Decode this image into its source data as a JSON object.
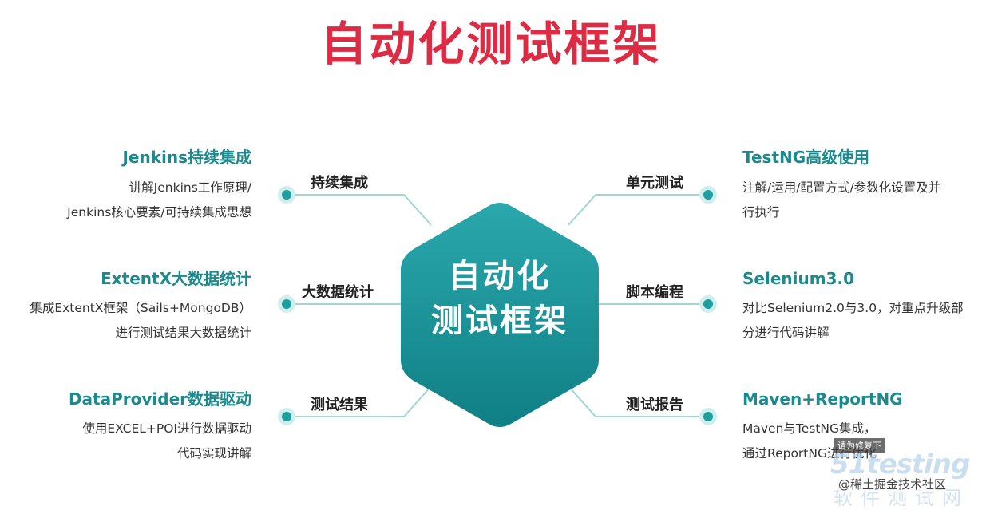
{
  "title": "自动化测试框架",
  "center": {
    "line1": "自动化",
    "line2": "测试框架"
  },
  "branches": [
    {
      "label": "持续集成",
      "topic": "Jenkins持续集成",
      "desc": [
        "讲解Jenkins工作原理/",
        "Jenkins核心要素/可持续集成思想"
      ]
    },
    {
      "label": "大数据统计",
      "topic": "ExtentX大数据统计",
      "desc": [
        "集成ExtentX框架（Sails+MongoDB）",
        "进行测试结果大数据统计"
      ]
    },
    {
      "label": "测试结果",
      "topic": "DataProvider数据驱动",
      "desc": [
        "使用EXCEL+POI进行数据驱动",
        "代码实现讲解"
      ]
    },
    {
      "label": "单元测试",
      "topic": "TestNG高级使用",
      "desc": [
        "注解/运用/配置方式/参数化设置及并",
        "行执行"
      ]
    },
    {
      "label": "脚本编程",
      "topic": "Selenium3.0",
      "desc": [
        "对比Selenium2.0与3.0，对重点升级部",
        "分进行代码讲解"
      ]
    },
    {
      "label": "测试报告",
      "topic": "Maven+ReportNG",
      "desc": [
        "Maven与TestNG集成，",
        "通过ReportNG进行优化"
      ]
    }
  ],
  "watermark": {
    "tooltip": "请为修复下",
    "logo": "51testing",
    "author": "@稀土掘金技术社区",
    "sub": "软件测试网"
  },
  "colors": {
    "title": "#dd2b44",
    "topic": "#1a8a8e",
    "hex_top": "#2aa8ac",
    "hex_bottom": "#0f7f85",
    "dot": "#1d9ea0",
    "connector": "#9fd6d6"
  }
}
